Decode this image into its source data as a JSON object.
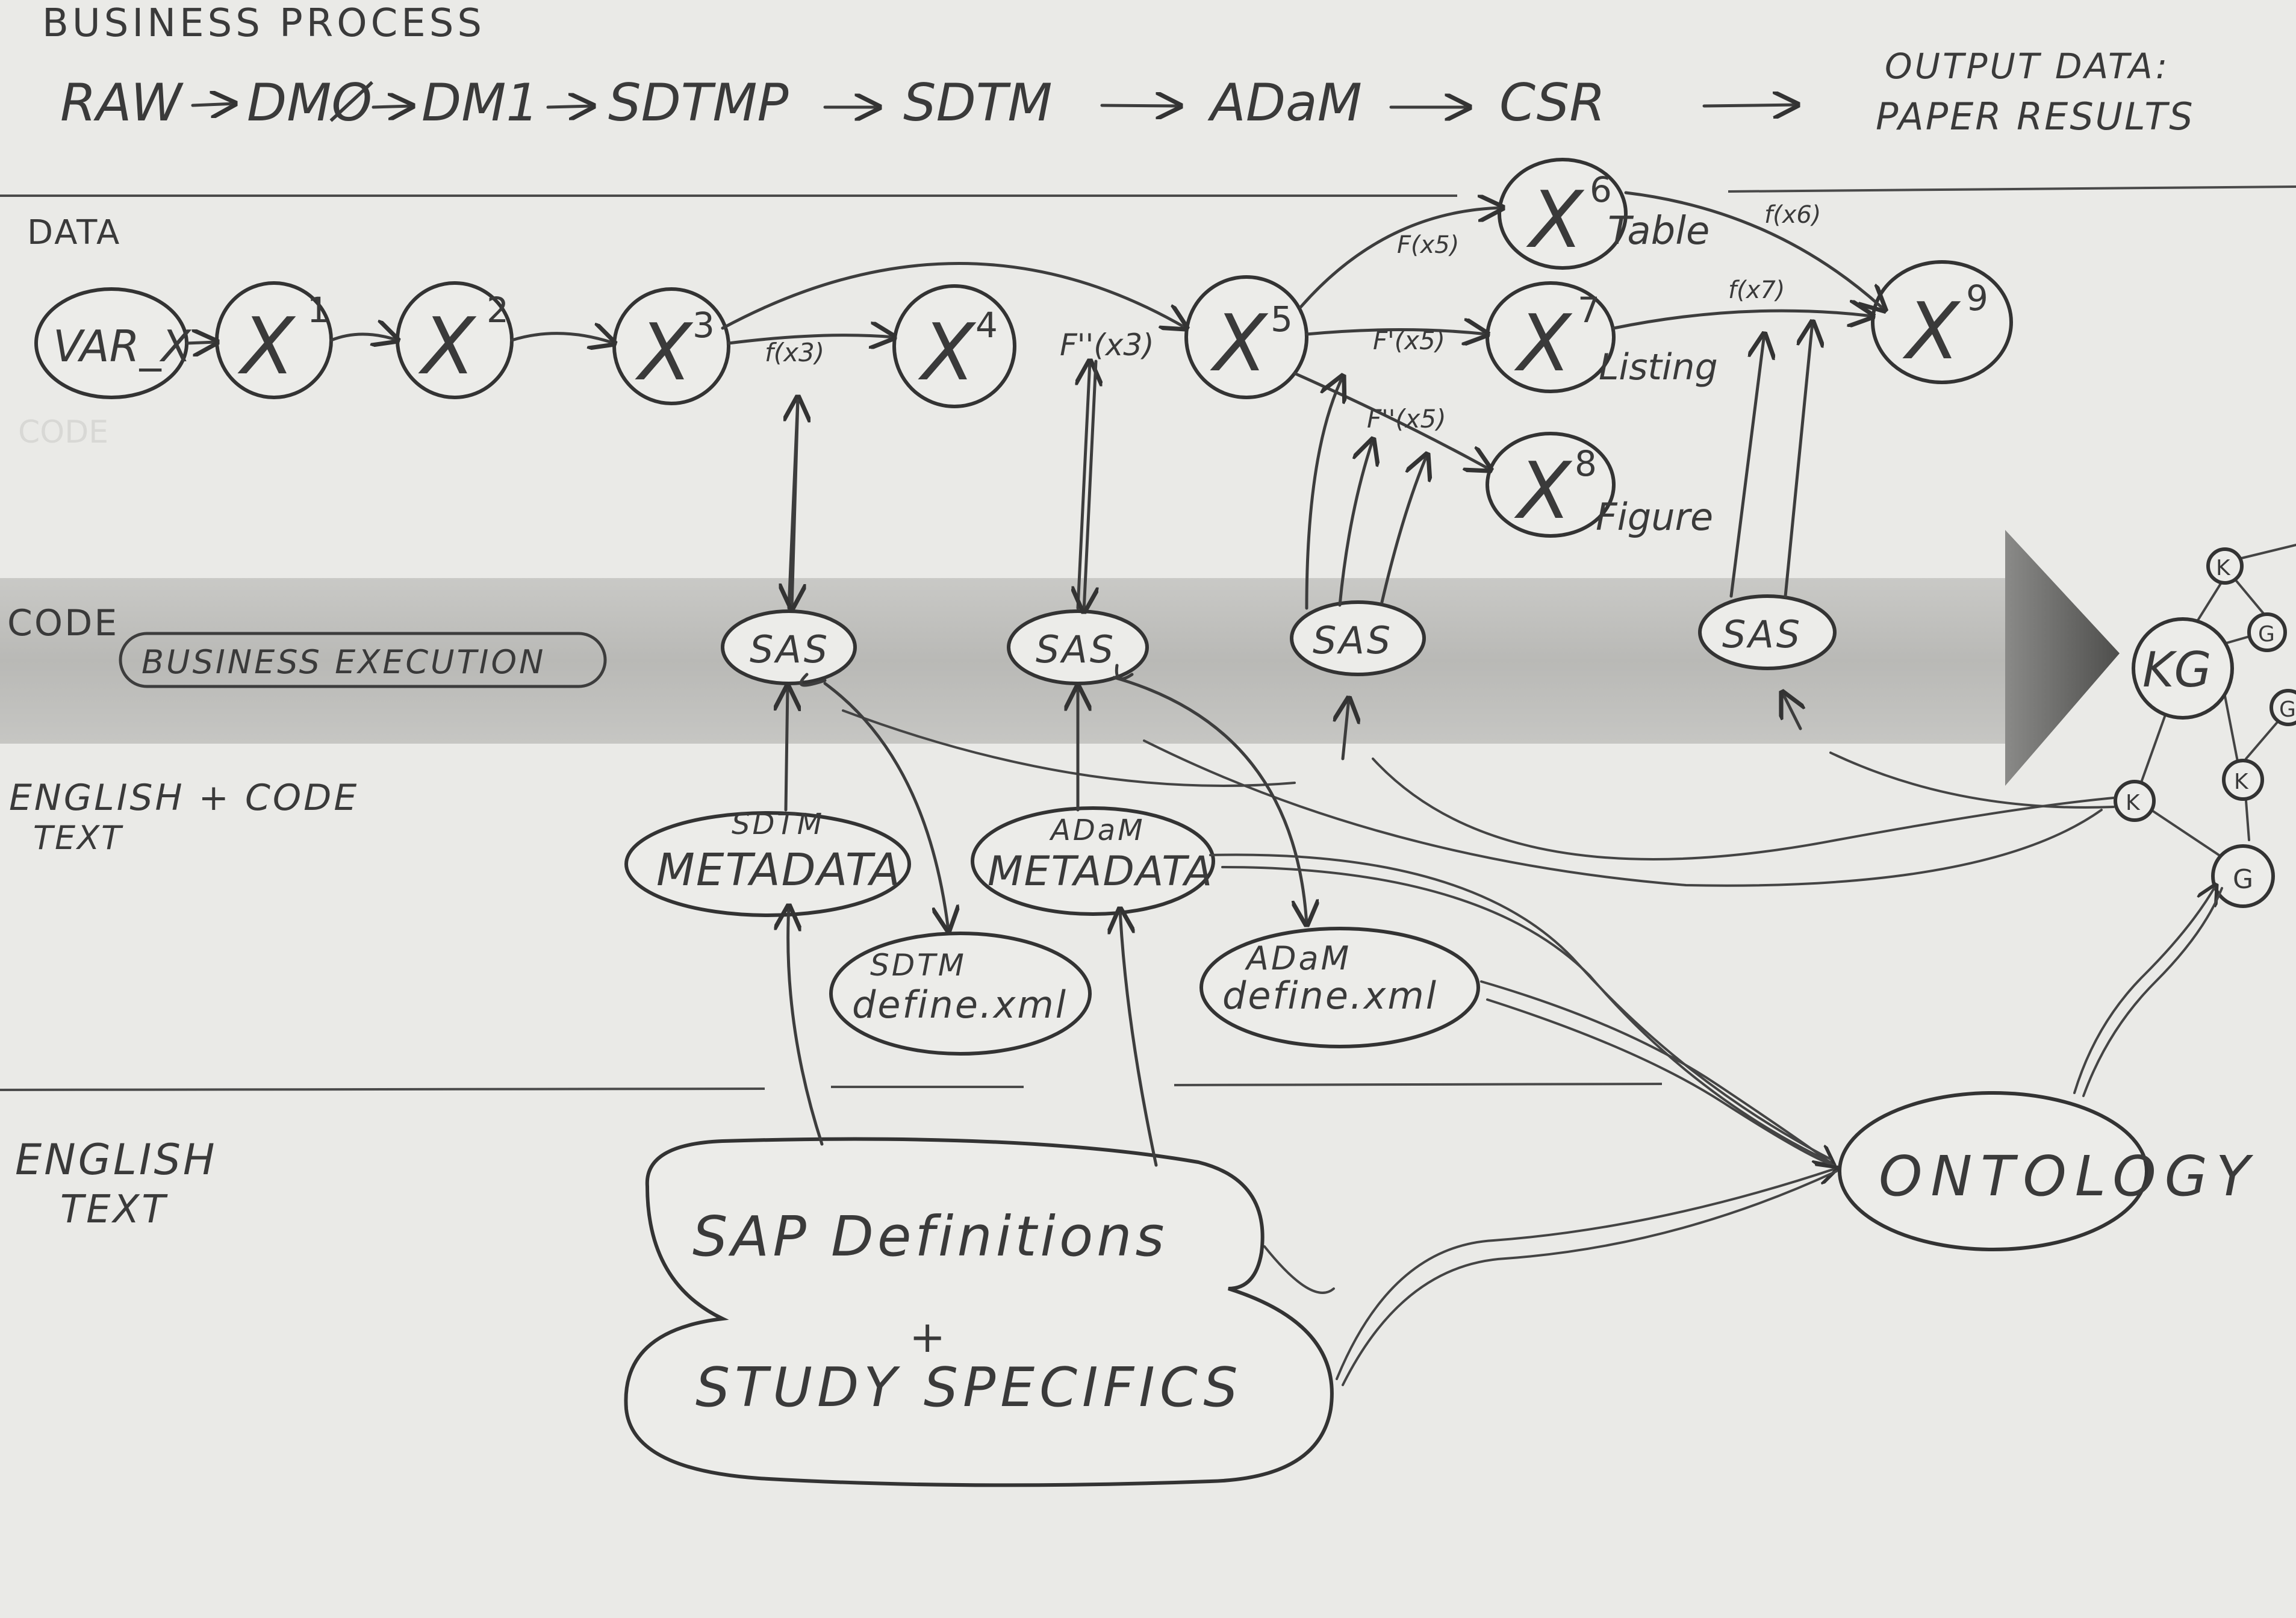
{
  "header": {
    "title": "BUSINESS PROCESS",
    "flow": [
      "RAW",
      "DMØ",
      "DM1",
      "SDTMP",
      "SDTM",
      "ADaM",
      "CSR"
    ],
    "output": [
      "OUTPUT DATA:",
      "PAPER RESULTS"
    ]
  },
  "lanes": {
    "data": "DATA",
    "code_faint": "CODE",
    "code": "CODE",
    "business_execution": "BUSINESS EXECUTION",
    "english_code": [
      "ENGLISH + CODE",
      "TEXT"
    ],
    "english_text": [
      "ENGLISH",
      "TEXT"
    ]
  },
  "data_nodes": {
    "var_x": "VAR_X",
    "x1": "X",
    "x1_sup": "1",
    "x2": "X",
    "x2_sup": "2",
    "x3": "X",
    "x3_sup": "3",
    "x4": "X",
    "x4_sup": "4",
    "x5": "X",
    "x5_sup": "5",
    "x6": "X",
    "x6_sup": "6",
    "x7": "X",
    "x7_sup": "7",
    "x8": "X",
    "x8_sup": "8",
    "x9": "X",
    "x9_sup": "9"
  },
  "functions": {
    "f_x3": "f(x3)",
    "f2_x3": "F''(x3)",
    "f_x5": "F(x5)",
    "f1_x5": "F'(x5)",
    "f2_x5": "F''(x5)",
    "f_x6": "f(x6)",
    "f_x7": "f(x7)"
  },
  "outputs": {
    "table": "Table",
    "listing": "Listing",
    "figure": "Figure"
  },
  "sas_nodes": [
    "SAS",
    "SAS",
    "SAS",
    "SAS"
  ],
  "kg": {
    "label": "KG",
    "nodes": [
      "K",
      "G",
      "G",
      "K",
      "K",
      "G"
    ]
  },
  "metadata": {
    "sdtm_metadata": [
      "SDTM",
      "METADATA"
    ],
    "adam_metadata": [
      "ADaM",
      "METADATA"
    ],
    "sdtm_define": [
      "SDTM",
      "define.xml"
    ],
    "adam_define": [
      "ADaM",
      "define.xml"
    ]
  },
  "ontology": "ONTOLOGY",
  "sap": {
    "line1": "SAP   Definitions",
    "plus": "+",
    "line2": "STUDY  SPECIFICS"
  }
}
